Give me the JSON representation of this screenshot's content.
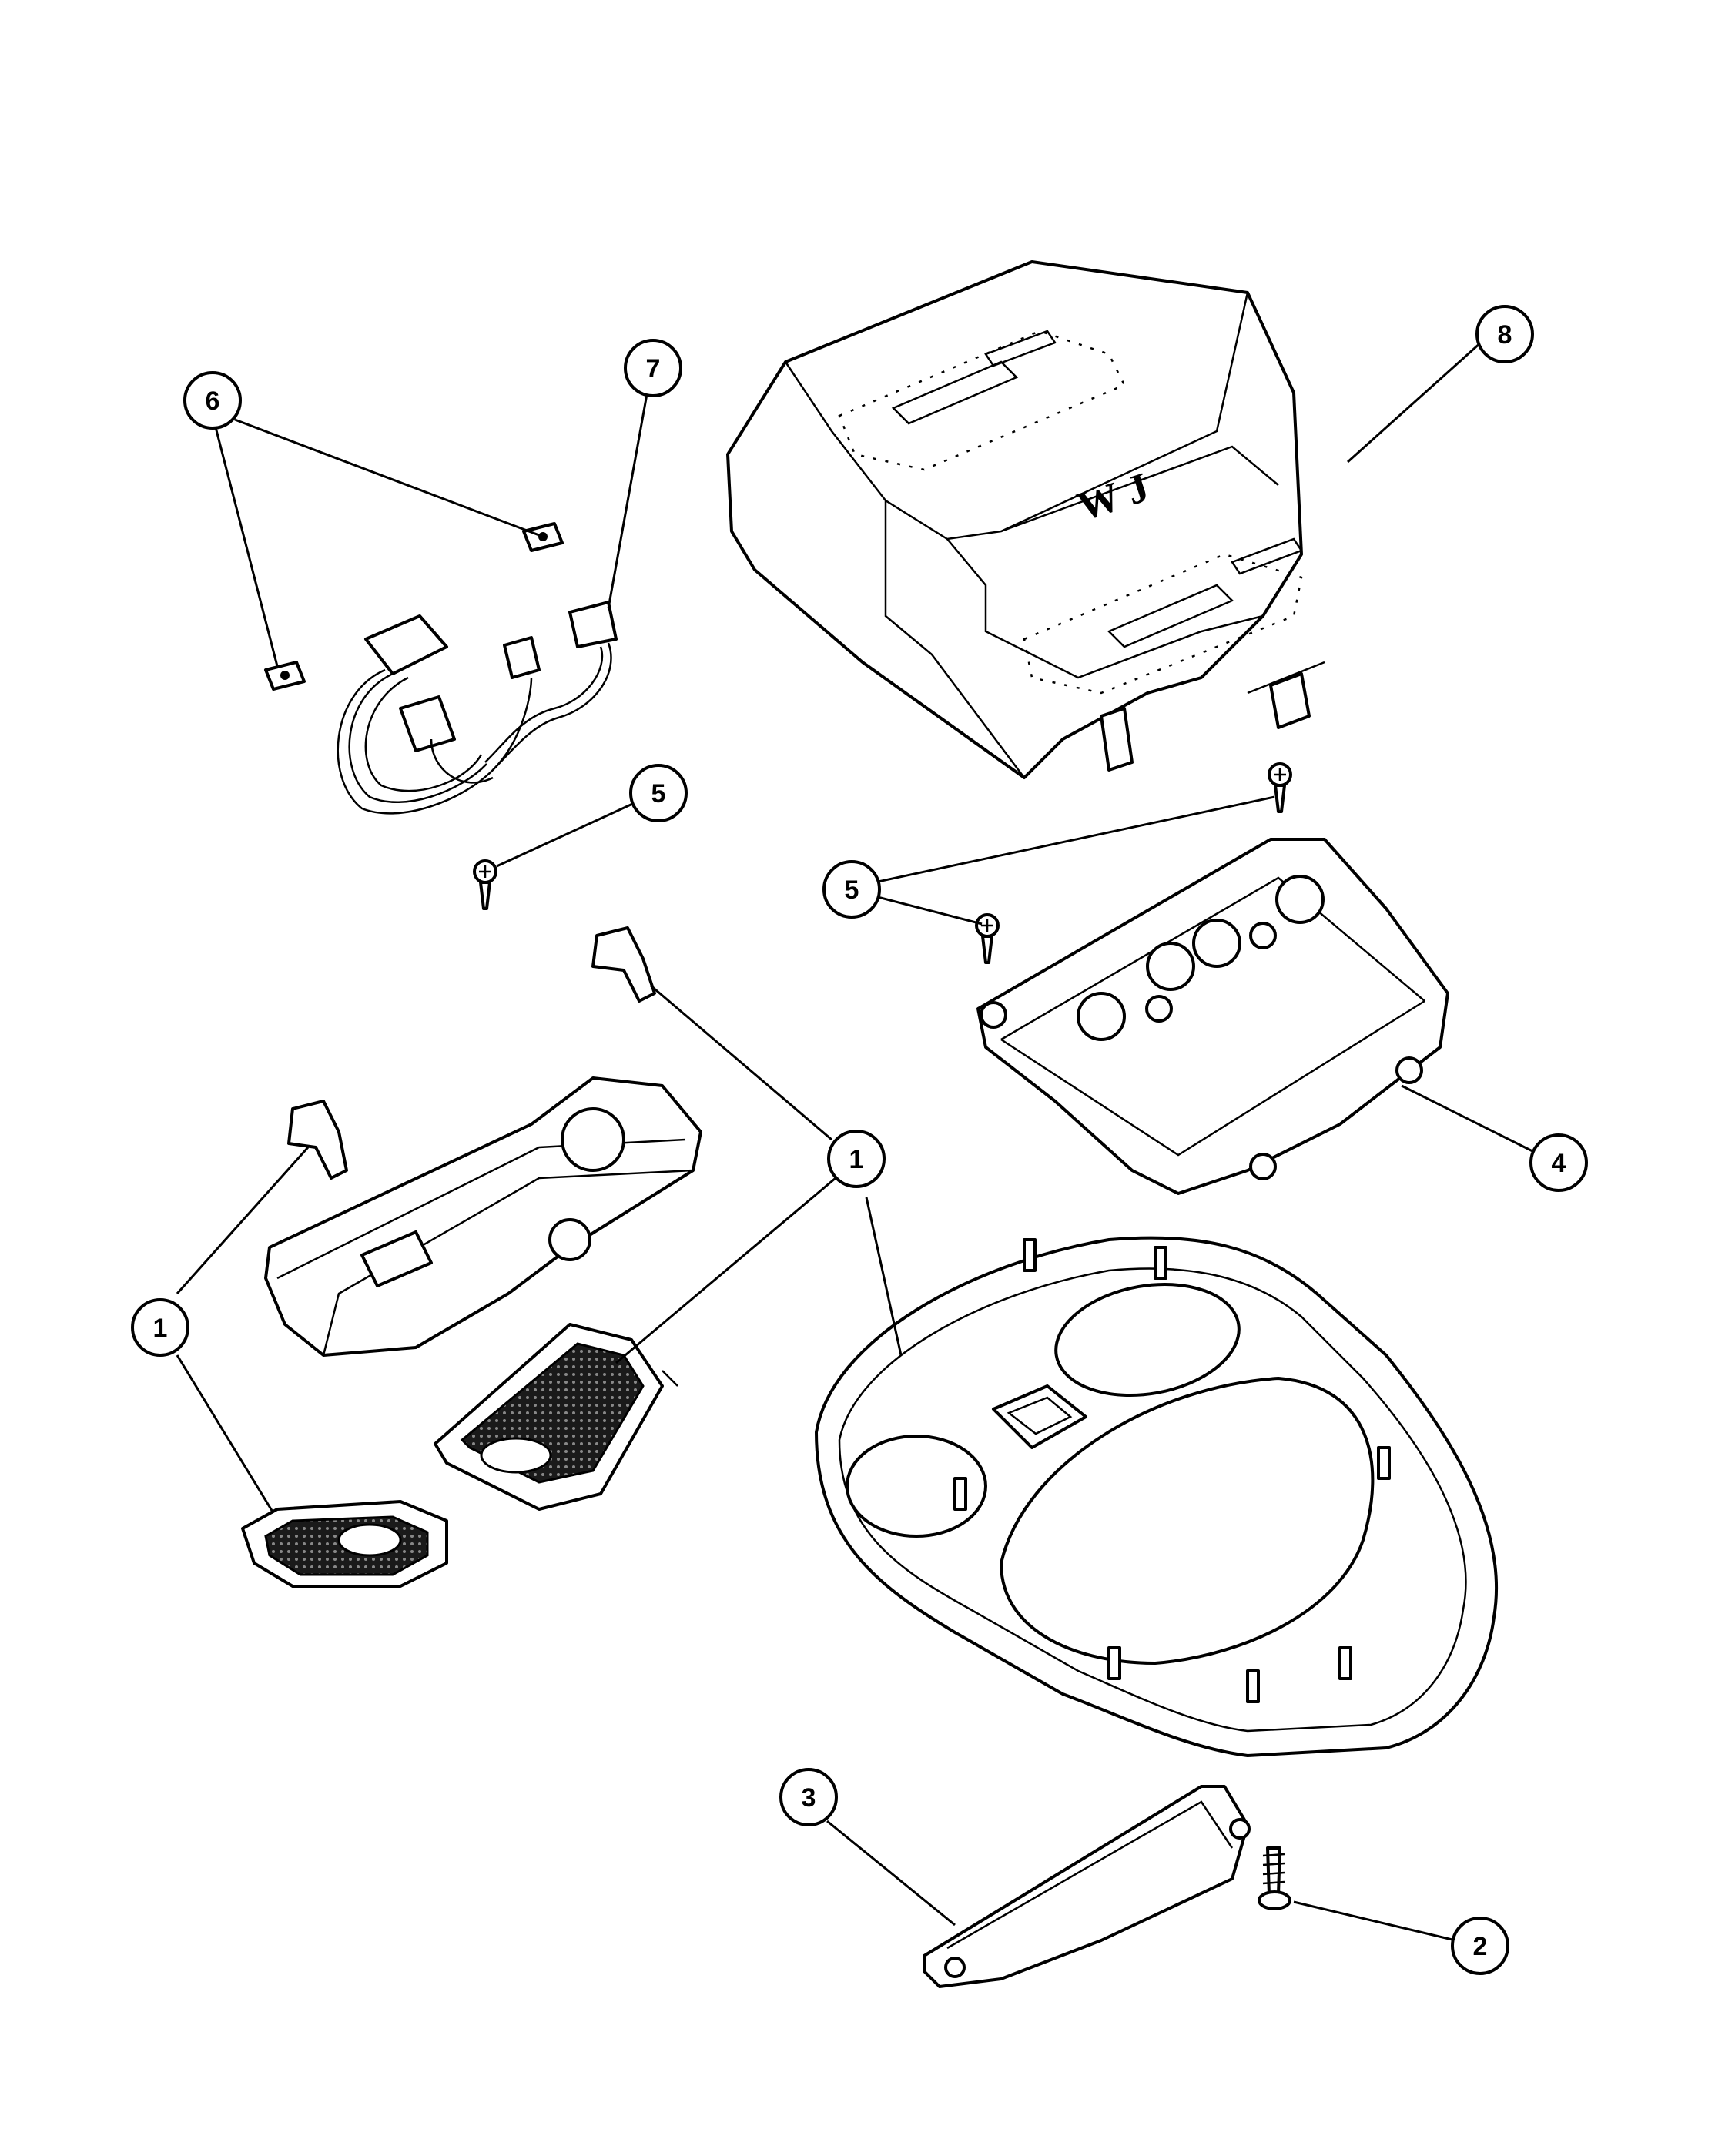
{
  "diagram": {
    "callouts": [
      {
        "id": "c1a",
        "label": "1"
      },
      {
        "id": "c1b",
        "label": "1"
      },
      {
        "id": "c2",
        "label": "2"
      },
      {
        "id": "c3",
        "label": "3"
      },
      {
        "id": "c4",
        "label": "4"
      },
      {
        "id": "c5a",
        "label": "5"
      },
      {
        "id": "c5b",
        "label": "5"
      },
      {
        "id": "c6",
        "label": "6"
      },
      {
        "id": "c7",
        "label": "7"
      },
      {
        "id": "c8",
        "label": "8"
      }
    ],
    "embossed_text": {
      "wj": "W J"
    }
  }
}
